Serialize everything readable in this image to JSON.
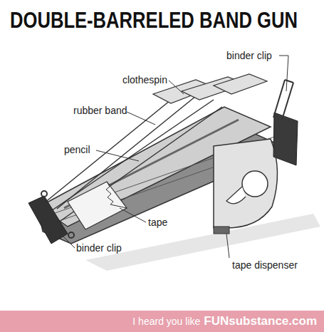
{
  "diagram": {
    "title": "DOUBLE-BARRELED BAND GUN",
    "labels": [
      "clothespin",
      "binder clip",
      "rubber band",
      "pencil",
      "tape",
      "binder clip",
      "tape dispenser",
      "I heard you like",
      "FUNsubstance.com"
    ]
  }
}
